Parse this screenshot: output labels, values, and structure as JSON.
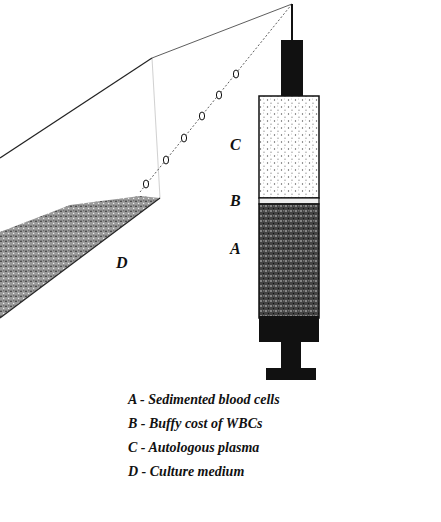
{
  "diagram": {
    "labels": [
      "C",
      "B",
      "A",
      "D",
      "A - Sedimented blood cells",
      "B - Buffy cost of WBCs",
      "C - Autologous plasma",
      "D - Culture medium"
    ]
  }
}
